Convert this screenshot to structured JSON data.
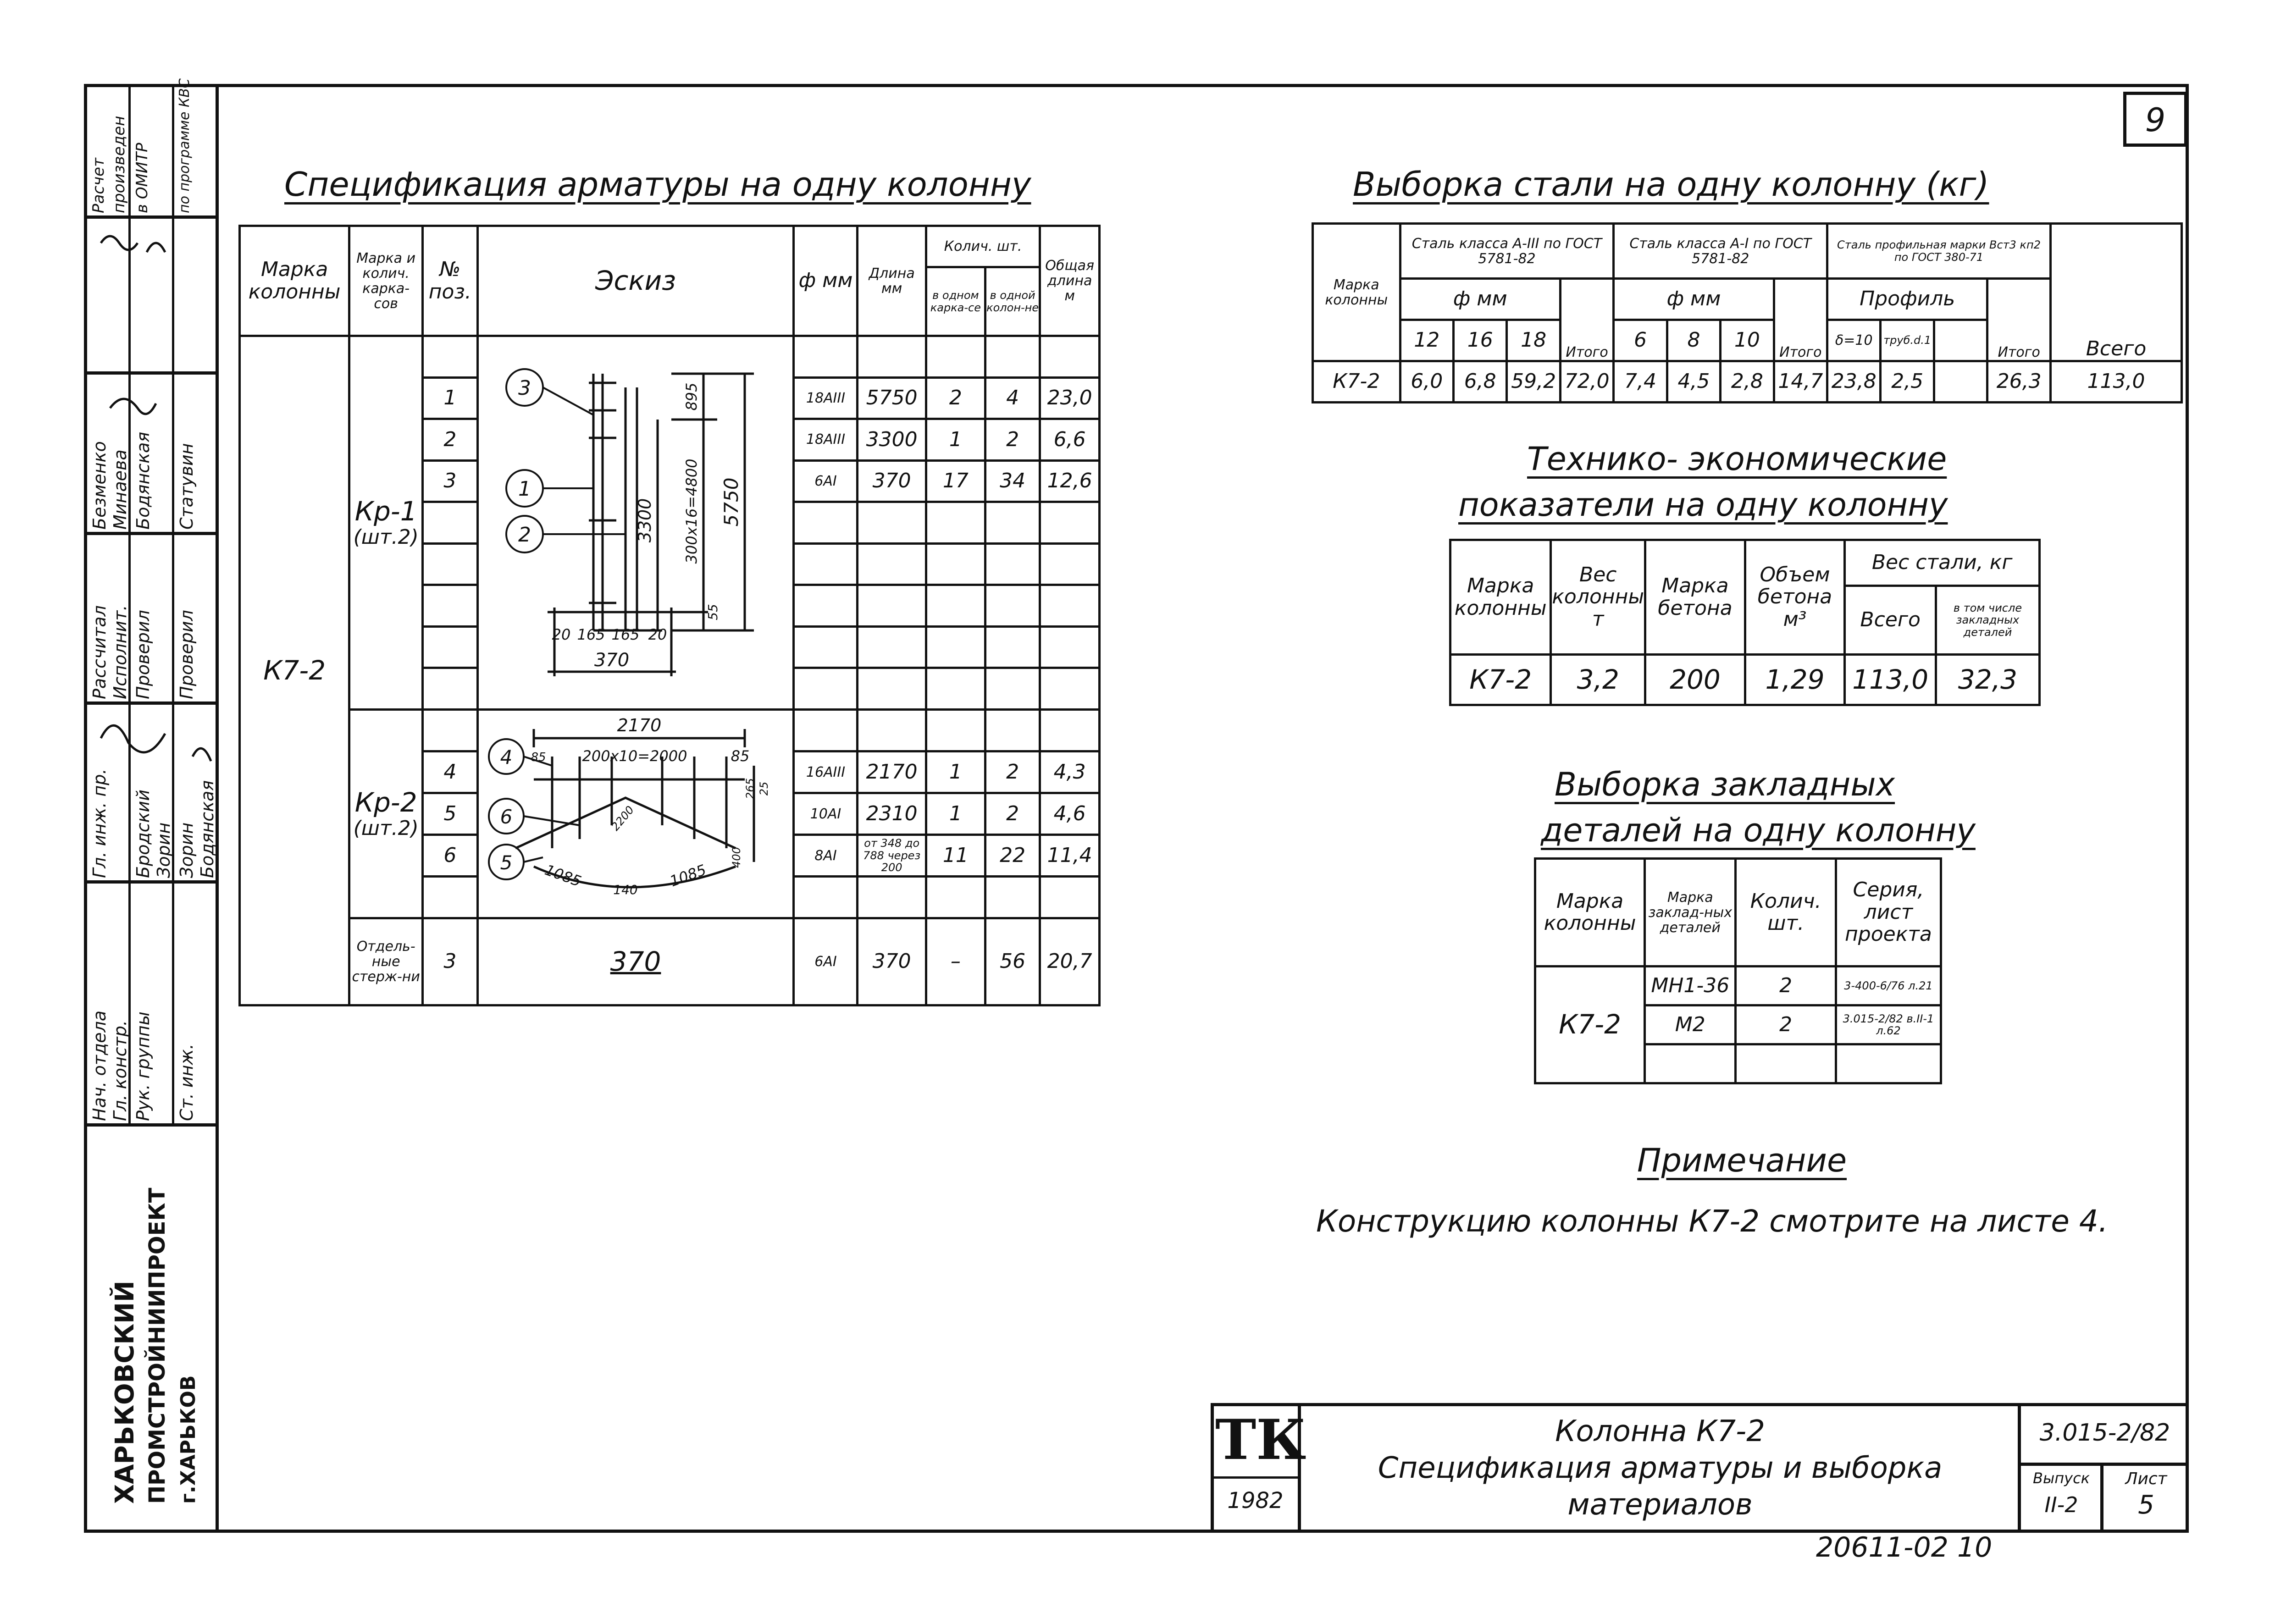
{
  "sheet_number": "9",
  "side_stamp": {
    "calc_note": [
      "Расчет",
      "произведен",
      "в ОМИТР",
      "по программе КВС"
    ],
    "roles": [
      "Гл. инж. пр.",
      "Нач. отдела",
      "Гл. констр.",
      "Рук. группы",
      "Ст. инж."
    ],
    "names_a": [
      "Бродский",
      "Зорин",
      "Зорин",
      "Бодянская"
    ],
    "roles_b": [
      "Рассчитал",
      "Исполнит.",
      "Проверил",
      "Проверил"
    ],
    "names_b": [
      "Безменко",
      "Минаева",
      "Бодянская",
      "Статувин"
    ],
    "org": [
      "ХАРЬКОВСКИЙ",
      "ПРОМСТРОЙНИИПРОЕКТ",
      "г.ХАРЬКОВ"
    ]
  },
  "spec": {
    "title": "Спецификация арматуры на одну колонну",
    "headers": {
      "mark": "Марка колонны",
      "frame_mark": "Марка и колич. карка-сов",
      "pos": "№ поз.",
      "sketch": "Эскиз",
      "dia": "ф мм",
      "length": "Длина мм",
      "qty": "Колич. шт.",
      "qty_frame": "в одном карка-се",
      "qty_col": "в одной колон-не",
      "total": "Общая длина м"
    },
    "column_mark": "К7-2",
    "kr1": {
      "label": "Кр-1",
      "count": "(шт.2)",
      "rows": [
        {
          "pos": "1",
          "dia": "18AIII",
          "len": "5750",
          "qf": "2",
          "qc": "4",
          "tot": "23,0"
        },
        {
          "pos": "2",
          "dia": "18AIII",
          "len": "3300",
          "qf": "1",
          "qc": "2",
          "tot": "6,6"
        },
        {
          "pos": "3",
          "dia": "6AI",
          "len": "370",
          "qf": "17",
          "qc": "34",
          "tot": "12,6"
        }
      ],
      "dims": {
        "d895": "895",
        "d4800": "300x16=4800",
        "d5750": "5750",
        "d3300": "3300",
        "d55": "55",
        "d20a": "20",
        "d165a": "165",
        "d165b": "165",
        "d20b": "20",
        "d370": "370"
      },
      "callouts": [
        "3",
        "1",
        "2"
      ]
    },
    "kr2": {
      "label": "Кр-2",
      "count": "(шт.2)",
      "rows": [
        {
          "pos": "4",
          "dia": "16AIII",
          "len": "2170",
          "qf": "1",
          "qc": "2",
          "tot": "4,3"
        },
        {
          "pos": "5",
          "dia": "10AI",
          "len": "2310",
          "qf": "1",
          "qc": "2",
          "tot": "4,6"
        },
        {
          "pos": "6",
          "dia": "8AI",
          "len": "от 348 до 788 через 200",
          "qf": "11",
          "qc": "22",
          "tot": "11,4"
        }
      ],
      "dims": {
        "d2170": "2170",
        "d85a": "85",
        "d200": "200x10=2000",
        "d85b": "85",
        "d25": "25",
        "d265": "265",
        "d400": "400",
        "d2200": "2200",
        "d1085a": "1085",
        "d140": "140",
        "d1085b": "1085"
      },
      "callouts": [
        "4",
        "6",
        "5"
      ]
    },
    "loose": {
      "label": "Отдель-ные стерж-ни",
      "pos": "3",
      "sketch": "370",
      "dia": "6AI",
      "len": "370",
      "qf": "–",
      "qc": "56",
      "tot": "20,7"
    }
  },
  "steel": {
    "title": "Выборка стали на одну колонну (кг)",
    "h_mark": "Марка колонны",
    "h_a3": "Сталь класса А-III по ГОСТ 5781-82",
    "h_a1": "Сталь класса А-I по ГОСТ 5781-82",
    "h_prof": "Сталь профильная марки Вст3 кп2 по ГОСТ 380-71",
    "h_dia": "ф мм",
    "h_profile": "Профиль",
    "h_total": "Итого",
    "h_all": "Всего",
    "a3_d": [
      "12",
      "16",
      "18"
    ],
    "a1_d": [
      "6",
      "8",
      "10"
    ],
    "prof_d": [
      "δ=10",
      "труб.d.1"
    ],
    "row": {
      "mark": "К7-2",
      "a3": [
        "6,0",
        "6,8",
        "59,2"
      ],
      "a3_total": "72,0",
      "a1": [
        "7,4",
        "4,5",
        "2,8"
      ],
      "a1_total": "14,7",
      "prof": [
        "23,8",
        "2,5",
        ""
      ],
      "prof_total": "26,3",
      "all": "113,0"
    }
  },
  "tech": {
    "title1": "Технико- экономические",
    "title2": "показатели на одну колонну",
    "h_mark": "Марка колонны",
    "h_weight": "Вес колонны т",
    "h_concrete": "Марка бетона",
    "h_volume": "Объем бетона м³",
    "h_steel": "Вес стали, кг",
    "h_all": "Всего",
    "h_incl": "в том числе закладных деталей",
    "row": {
      "mark": "К7-2",
      "weight": "3,2",
      "concrete": "200",
      "volume": "1,29",
      "all": "113,0",
      "incl": "32,3"
    }
  },
  "embedded": {
    "title1": "Выборка закладных",
    "title2": "деталей на одну колонну",
    "h_mark": "Марка колонны",
    "h_part": "Марка заклад-ных деталей",
    "h_qty": "Колич. шт.",
    "h_series": "Серия, лист проекта",
    "mark": "К7-2",
    "rows": [
      {
        "part": "МН1-36",
        "qty": "2",
        "series": "3-400-6/76 л.21"
      },
      {
        "part": "М2",
        "qty": "2",
        "series": "3.015-2/82 в.II-1 л.62"
      }
    ]
  },
  "note": {
    "title": "Примечание",
    "text": "Конструкцию колонны К7-2 смотрите на листе 4."
  },
  "titleblock": {
    "logo": "ТК",
    "year": "1982",
    "title1": "Колонна К7-2",
    "title2": "Спецификация арматуры и выборка",
    "title3": "материалов",
    "code": "3.015-2/82",
    "issue_label": "Выпуск",
    "issue": "II-2",
    "sheet_label": "Лист",
    "sheet": "5"
  },
  "archive_number": "20611-02 10"
}
